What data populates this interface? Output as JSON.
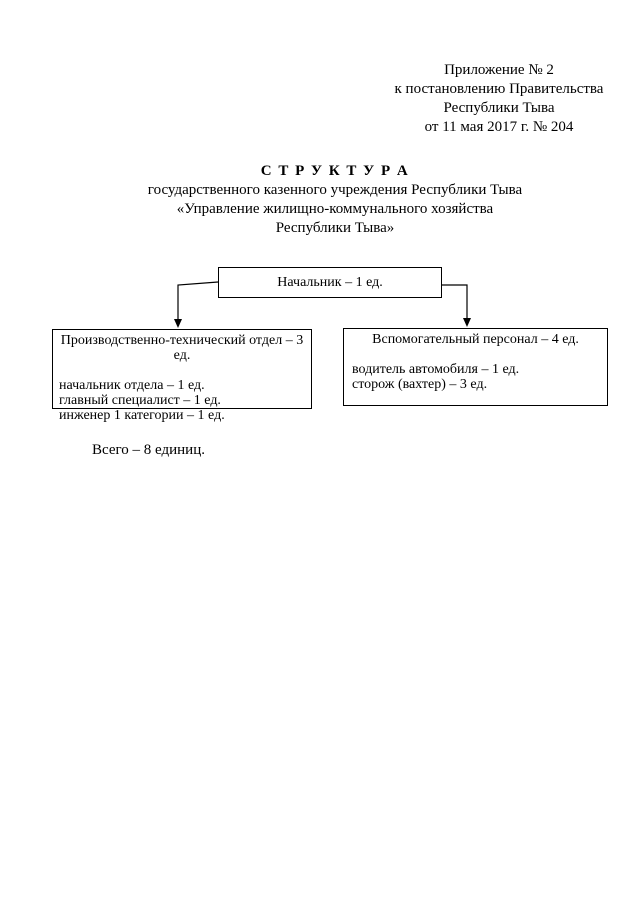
{
  "document": {
    "appendix": {
      "lines": [
        "Приложение № 2",
        "к постановлению Правительства",
        "Республики Тыва",
        "от 11 мая 2017 г. № 204"
      ]
    },
    "title": {
      "heading": "С Т Р У К Т У Р А",
      "lines": [
        "государственного казенного учреждения Республики Тыва",
        "«Управление жилищно-коммунального хозяйства",
        "Республики Тыва»"
      ]
    },
    "org_chart": {
      "root": {
        "label": "Начальник – 1 ед."
      },
      "left_box": {
        "header": "Производственно-технический отдел – 3 ед.",
        "lines": [
          "начальник отдела – 1 ед.",
          "главный специалист – 1 ед.",
          "инженер 1 категории – 1 ед."
        ]
      },
      "right_box": {
        "header": "Вспомогательный персонал – 4 ед.",
        "lines": [
          "водитель автомобиля – 1 ед.",
          "сторож (вахтер) – 3 ед."
        ]
      }
    },
    "total": "Всего – 8 единиц.",
    "colors": {
      "text": "#000000",
      "background": "#ffffff",
      "line": "#000000"
    }
  }
}
